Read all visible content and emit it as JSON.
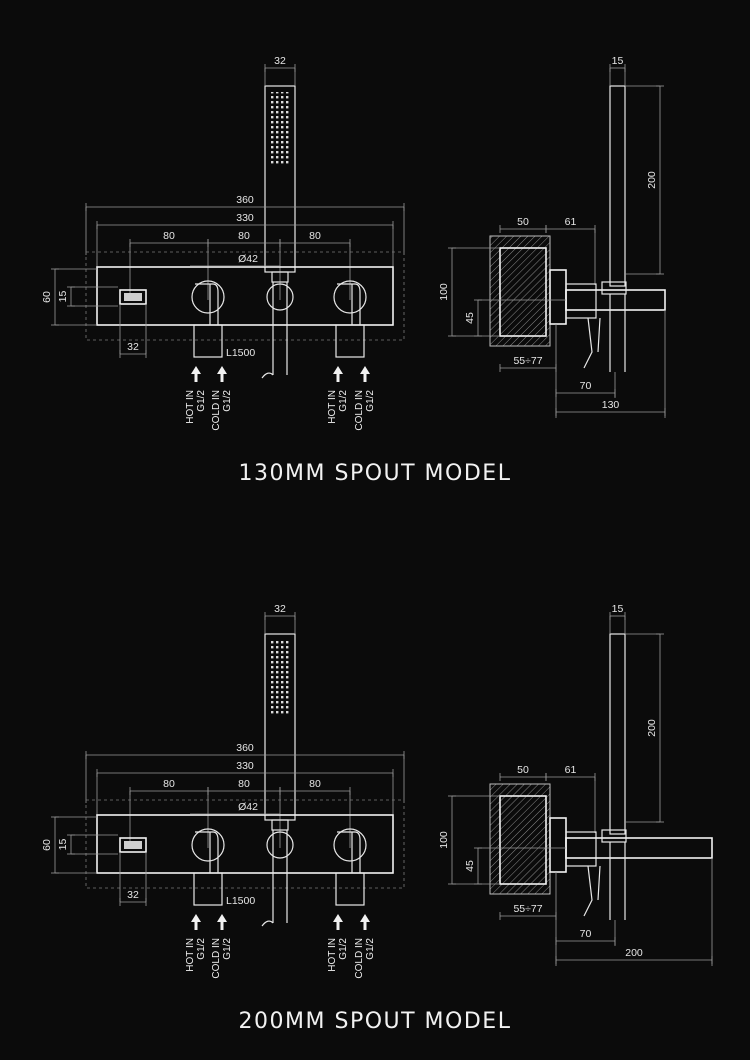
{
  "models": [
    {
      "title": "130MM SPOUT MODEL",
      "front": {
        "handset_width": "32",
        "overall_width": "360",
        "plate_width": "330",
        "spacing_left": "80",
        "spacing_mid": "80",
        "spacing_right": "80",
        "hose_diameter": "Ø42",
        "height": "60",
        "inner_height": "15",
        "button_width": "32",
        "hose_length": "L1500",
        "inlets": [
          {
            "line1": "HOT IN",
            "line2": "G1/2"
          },
          {
            "line1": "COLD IN",
            "line2": "G1/2"
          },
          {
            "line1": "HOT IN",
            "line2": "G1/2"
          },
          {
            "line1": "COLD IN",
            "line2": "G1/2"
          }
        ]
      },
      "side": {
        "rod_width": "15",
        "rod_height": "200",
        "body_depth": "50",
        "offset": "61",
        "height": "100",
        "lower_height": "45",
        "wall_range": "55÷77",
        "mid_depth": "70",
        "spout_length": "130"
      }
    },
    {
      "title": "200MM SPOUT MODEL",
      "front": {
        "handset_width": "32",
        "overall_width": "360",
        "plate_width": "330",
        "spacing_left": "80",
        "spacing_mid": "80",
        "spacing_right": "80",
        "hose_diameter": "Ø42",
        "height": "60",
        "inner_height": "15",
        "button_width": "32",
        "hose_length": "L1500",
        "inlets": [
          {
            "line1": "HOT IN",
            "line2": "G1/2"
          },
          {
            "line1": "COLD IN",
            "line2": "G1/2"
          },
          {
            "line1": "HOT IN",
            "line2": "G1/2"
          },
          {
            "line1": "COLD IN",
            "line2": "G1/2"
          }
        ]
      },
      "side": {
        "rod_width": "15",
        "rod_height": "200",
        "body_depth": "50",
        "offset": "61",
        "height": "100",
        "lower_height": "45",
        "wall_range": "55÷77",
        "mid_depth": "70",
        "spout_length": "200"
      }
    }
  ]
}
